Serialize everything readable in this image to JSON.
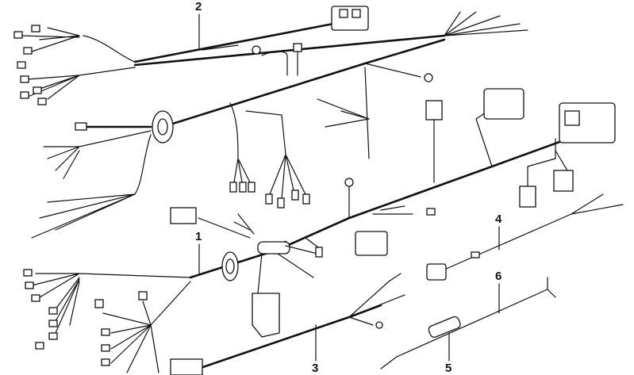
{
  "diagram": {
    "type": "exploded wiring harness parts diagram",
    "callouts": [
      {
        "id": "callout-1",
        "text": "1"
      },
      {
        "id": "callout-2",
        "text": "2"
      },
      {
        "id": "callout-3",
        "text": "3"
      },
      {
        "id": "callout-4",
        "text": "4"
      },
      {
        "id": "callout-5",
        "text": "5"
      },
      {
        "id": "callout-6",
        "text": "6"
      }
    ]
  }
}
